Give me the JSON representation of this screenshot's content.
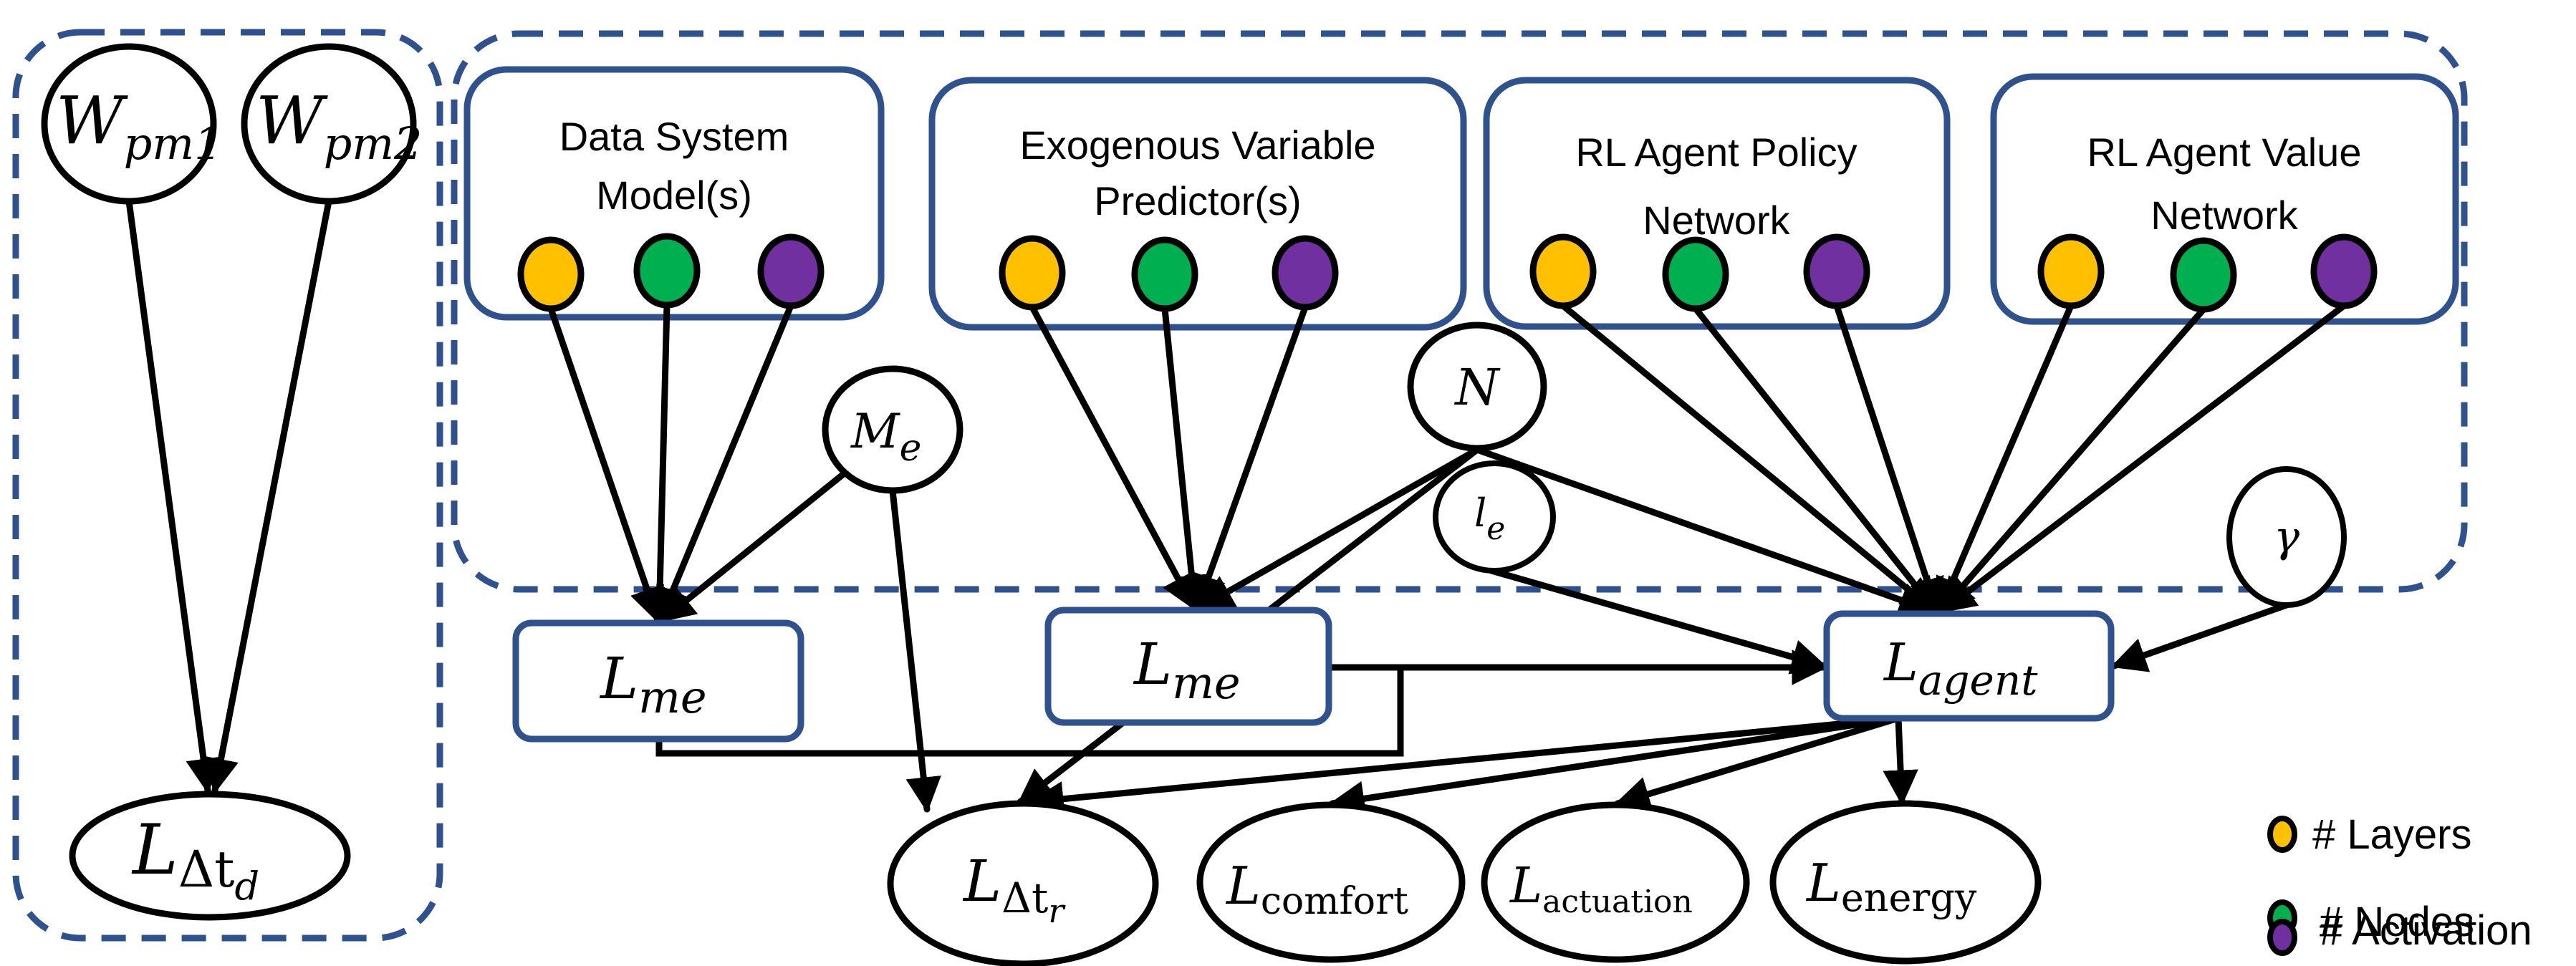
{
  "colors": {
    "frame_blue": "#2F528F",
    "layers": "#FFC000",
    "nodes": "#00B050",
    "activation": "#7030A0",
    "edge": "#000000"
  },
  "left_panel": {
    "nodes": {
      "w_pm1": {
        "main": "W",
        "sub": "pm1"
      },
      "w_pm2": {
        "main": "W",
        "sub": "pm2"
      },
      "l_dt_d": {
        "main": "L",
        "sub": "Δt",
        "subsub": "d"
      }
    }
  },
  "model_boxes": [
    {
      "id": "data-system-models",
      "title_line1": "Data System",
      "title_line2": "Model(s)"
    },
    {
      "id": "exogenous-variable-predictors",
      "title_line1": "Exogenous Variable",
      "title_line2": "Predictor(s)"
    },
    {
      "id": "rl-agent-policy-network",
      "title_line1": "RL Agent Policy",
      "title_line2": "Network"
    },
    {
      "id": "rl-agent-value-network",
      "title_line1": "RL Agent Value",
      "title_line2": "Network"
    }
  ],
  "hyperparams": {
    "m_e": {
      "main": "M",
      "sub": "e"
    },
    "n": {
      "main": "N"
    },
    "l_e": {
      "main": "l",
      "sub": "e"
    },
    "gamma": {
      "main": "γ"
    }
  },
  "loss_boxes": {
    "l_me_1": {
      "main": "L",
      "sub": "me"
    },
    "l_me_2": {
      "main": "L",
      "sub": "me"
    },
    "l_agent": {
      "main": "L",
      "sub": "agent"
    }
  },
  "loss_terms": {
    "l_dt_r": {
      "main": "L",
      "sub": "Δt",
      "subsub": "r"
    },
    "l_comfort": {
      "main": "L",
      "sub": "comfort"
    },
    "l_actuation": {
      "main": "L",
      "sub": "actuation"
    },
    "l_energy": {
      "main": "L",
      "sub": "energy"
    }
  },
  "legend": [
    {
      "color_key": "layers",
      "label": "# Layers"
    },
    {
      "color_key": "nodes",
      "label": "# Nodes"
    },
    {
      "color_key": "activation",
      "label": "# Activation"
    }
  ]
}
